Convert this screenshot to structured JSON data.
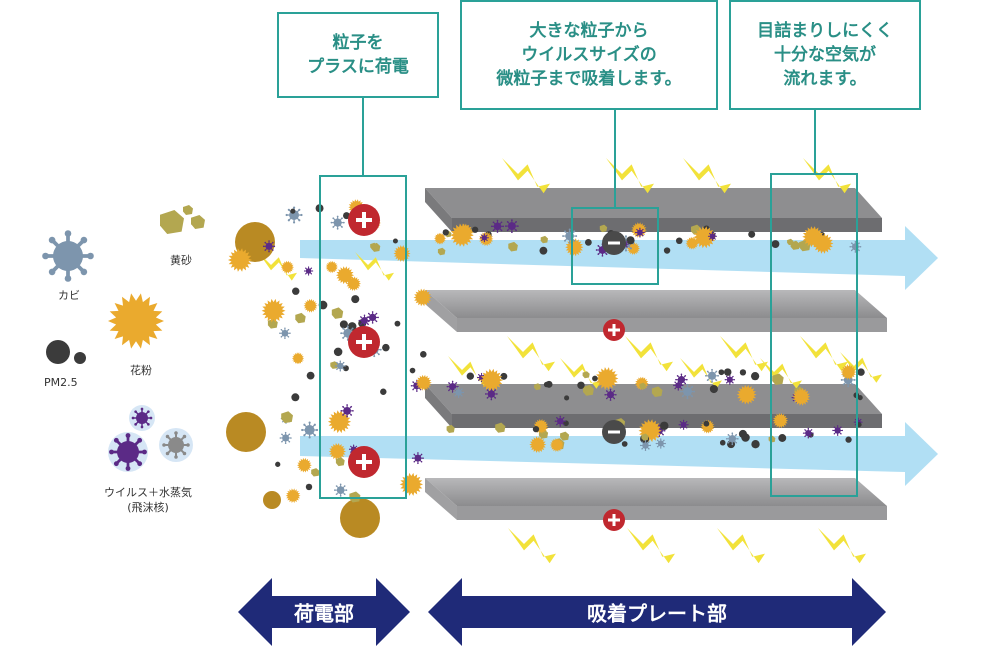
{
  "callouts": {
    "charge": [
      "粒子を",
      "プラスに荷電"
    ],
    "adsorb": [
      "大きな粒子から",
      "ウイルスサイズの",
      "微粒子まで吸着します。"
    ],
    "airflow": [
      "目詰まりしにくく",
      "十分な空気が",
      "流れます。"
    ]
  },
  "legend": {
    "mold": "カビ",
    "yellow_sand": "黄砂",
    "pollen": "花粉",
    "pm25": "PM2.5",
    "virus_line1": "ウイルス＋水蒸気",
    "virus_line2": "(飛沫核)"
  },
  "sections": {
    "charging": "荷電部",
    "plates": "吸着プレート部"
  },
  "colors": {
    "callout_border": "#2aa198",
    "section_arrow": "#1f2a78",
    "plate": "#8e8e90",
    "air_flow": "#a9dcf3",
    "plus_charge": "#c0282f",
    "minus_charge": "#4a4a4a",
    "spark": "#f2e23a"
  }
}
